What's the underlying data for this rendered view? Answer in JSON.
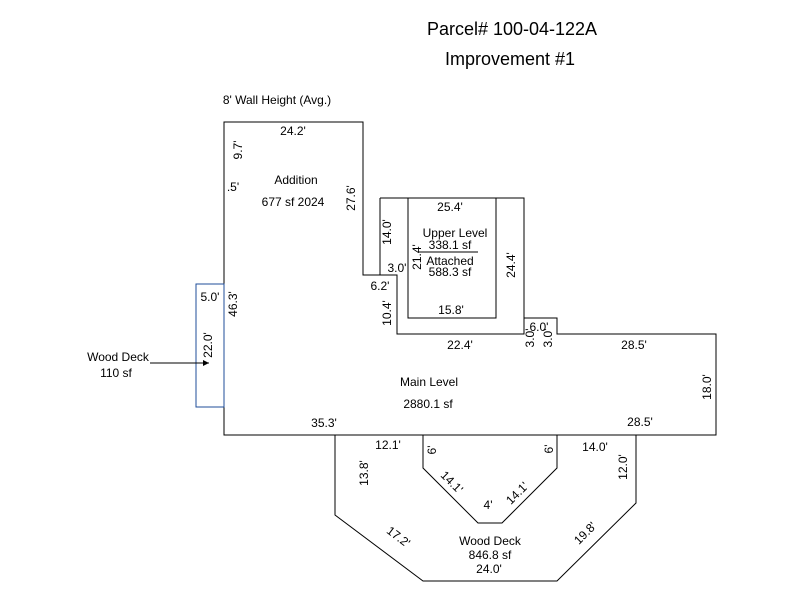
{
  "header": {
    "parcel": "Parcel# 100-04-122A",
    "improvement": "Improvement #1",
    "wall_height": "8' Wall Height (Avg.)"
  },
  "areas": {
    "addition_name": "Addition",
    "addition_area": "677 sf 2024",
    "upper_name": "Upper Level",
    "upper_area": "338.1 sf",
    "attached_name": "Attached",
    "attached_area": "588.3 sf",
    "main_name": "Main Level",
    "main_area": "2880.1 sf",
    "side_deck_name": "Wood Deck",
    "side_deck_area": "110 sf",
    "rear_deck_name": "Wood Deck",
    "rear_deck_area": "846.8 sf"
  },
  "dimensions": {
    "addition_top": "24.2'",
    "addition_left_upper": "9.7'",
    "addition_left_small": ".5'",
    "addition_right": "27.6'",
    "addition_left_lower": "46.3'",
    "garage_step_h": "6.2'",
    "garage_step_small": "3.0'",
    "upper_top": "25.4'",
    "upper_left": "14.0'",
    "upper_inner_left": "21.4'",
    "upper_right": "24.4'",
    "upper_bottom": "15.8'",
    "main_left_step": "10.4'",
    "main_bottom_inner": "22.4'",
    "notch_width": "6.0'",
    "notch_left": "3.0'",
    "notch_right": "3.0'",
    "main_top_right": "28.5'",
    "main_right": "18.0'",
    "main_bottom_right": "28.5'",
    "main_bottom_left": "35.3'",
    "side_deck_width": "5.0'",
    "side_deck_height": "22.0'",
    "rear_top_left": "12.1'",
    "rear_small_left": "6'",
    "rear_diag_left": "14.1'",
    "rear_bottom_inner": "4'",
    "rear_diag_right": "14.1'",
    "rear_small_right": "6'",
    "rear_top_right": "14.0'",
    "rear_left_vert": "13.8'",
    "rear_right_vert": "12.0'",
    "rear_diag_bottom_left": "17.2'",
    "rear_diag_bottom_right": "19.8'",
    "rear_bottom": "24.0'"
  },
  "colors": {
    "outline": "#000000",
    "side_deck_outline": "#1f4e9a"
  }
}
